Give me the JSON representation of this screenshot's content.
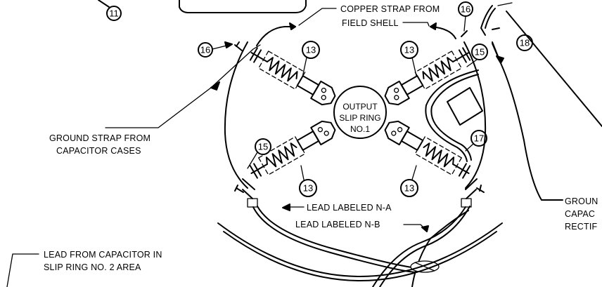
{
  "center_label": [
    "OUTPUT",
    "SLIP RING",
    "NO.1"
  ],
  "labels": {
    "copper_strap": [
      "COPPER STRAP FROM",
      "FIELD SHELL"
    ],
    "ground_strap_caps": [
      "GROUND STRAP FROM",
      "CAPACITOR CASES"
    ],
    "lead_na": "LEAD LABELED N-A",
    "lead_nb": "LEAD LABELED N-B",
    "lead_cap": [
      "LEAD FROM CAPACITOR IN",
      "SLIP RING NO. 2 AREA"
    ],
    "ground_right": [
      "GROUN",
      "CAPAC",
      "RECTIF"
    ]
  },
  "callouts": [
    "11",
    "16",
    "18",
    "13",
    "13",
    "15",
    "16",
    "15",
    "17",
    "13",
    "13"
  ]
}
